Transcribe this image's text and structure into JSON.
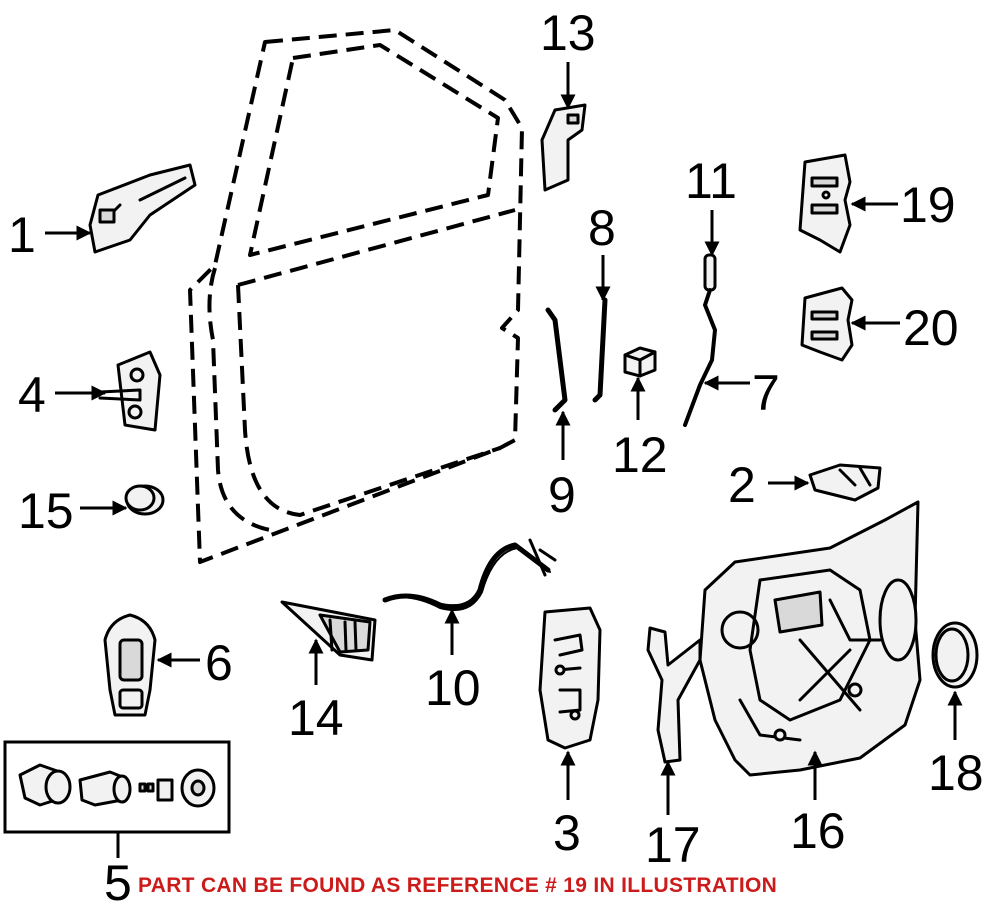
{
  "callouts": [
    "1",
    "2",
    "3",
    "4",
    "5",
    "6",
    "7",
    "8",
    "9",
    "10",
    "11",
    "12",
    "13",
    "14",
    "15",
    "16",
    "17",
    "18",
    "19",
    "20"
  ],
  "note": "PART CAN BE FOUND AS REFERENCE # 19 IN ILLUSTRATION",
  "colors": {
    "note": "#cc1b1b",
    "lines": "#000000",
    "background": "#ffffff"
  }
}
